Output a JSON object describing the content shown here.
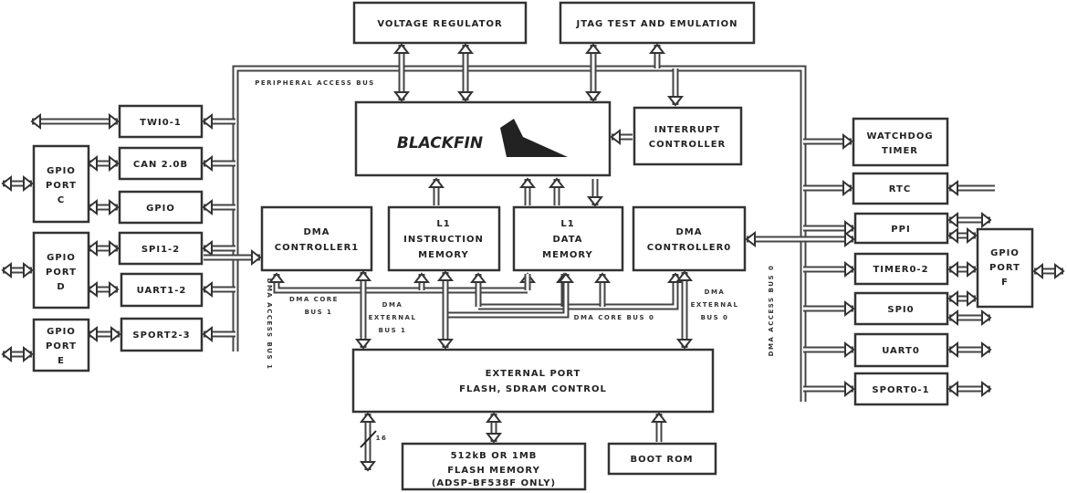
{
  "blocks": {
    "voltage_regulator": "VOLTAGE REGULATOR",
    "jtag": "JTAG TEST AND EMULATION",
    "core_logo": "BLACKFIN",
    "interrupt_controller": [
      "INTERRUPT",
      "CONTROLLER"
    ],
    "twi": "TWI0-1",
    "can": "CAN 2.0B",
    "gpio": "GPIO",
    "spi12": "SPI1-2",
    "uart12": "UART1-2",
    "sport23": "SPORT2-3",
    "gpio_port_c": [
      "GPIO",
      "PORT",
      "C"
    ],
    "gpio_port_d": [
      "GPIO",
      "PORT",
      "D"
    ],
    "gpio_port_e": [
      "GPIO",
      "PORT",
      "E"
    ],
    "dma_controller1": [
      "DMA",
      "CONTROLLER1"
    ],
    "l1_instruction": [
      "L1",
      "INSTRUCTION",
      "MEMORY"
    ],
    "l1_data": [
      "L1",
      "DATA",
      "MEMORY"
    ],
    "dma_controller0": [
      "DMA",
      "CONTROLLER0"
    ],
    "external_port": [
      "EXTERNAL PORT",
      "FLASH, SDRAM CONTROL"
    ],
    "flash": [
      "512kB OR 1MB",
      "FLASH MEMORY",
      "(ADSP-BF538F ONLY)"
    ],
    "boot_rom": "BOOT ROM",
    "watchdog": [
      "WATCHDOG",
      "TIMER"
    ],
    "rtc": "RTC",
    "ppi": "PPI",
    "timers": "TIMER0-2",
    "spi0": "SPI0",
    "uart0": "UART0",
    "sport01": "SPORT0-1",
    "gpio_port_f": [
      "GPIO",
      "PORT",
      "F"
    ]
  },
  "bus_labels": {
    "peripheral_access_bus": "PERIPHERAL ACCESS BUS",
    "dma_access_bus_1": "DMA ACCESS BUS 1",
    "dma_access_bus_0": "DMA ACCESS BUS 0",
    "dma_core_bus_1": [
      "DMA CORE",
      "BUS 1"
    ],
    "dma_external_bus_1": [
      "DMA",
      "EXTERNAL",
      "BUS 1"
    ],
    "dma_core_bus_0": "DMA CORE BUS 0",
    "dma_external_bus_0": [
      "DMA",
      "EXTERNAL",
      "BUS 0"
    ],
    "bus_width": "16"
  }
}
